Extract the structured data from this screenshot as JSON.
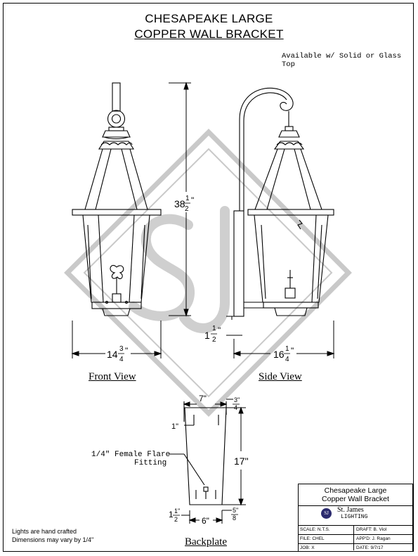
{
  "title": {
    "line1": "CHESAPEAKE LARGE",
    "line2": "COPPER WALL BRACKET"
  },
  "note_top": {
    "line1": "Available w/ Solid or Glass",
    "line2": "Top"
  },
  "views": {
    "front": "Front View",
    "side": "Side View",
    "back": "Backplate"
  },
  "dimensions": {
    "height_whole": "38",
    "height_num": "1",
    "height_den": "2",
    "height_mark": "\"",
    "front_width_whole": "14",
    "front_width_num": "3",
    "front_width_den": "4",
    "front_width_mark": "\"",
    "side_width_whole": "16",
    "side_width_num": "1",
    "side_width_den": "4",
    "side_width_mark": "\"",
    "side_offset_whole": "1",
    "side_offset_num": "1",
    "side_offset_den": "2",
    "side_offset_mark": "\"",
    "bp_top_width": "7\"",
    "bp_top_offset_num": "3\"",
    "bp_top_offset_den": "4",
    "bp_left_inset": "1\"",
    "bp_height": "17\"",
    "bp_bottom_left_whole": "1",
    "bp_bottom_left_num": "1\"",
    "bp_bottom_left_den": "2",
    "bp_bottom_width": "6\"",
    "bp_bottom_right_num": "5\"",
    "bp_bottom_right_den": "8"
  },
  "fitting_label": {
    "line1": "1/4\" Female Flare",
    "line2": "Fitting"
  },
  "footnote": {
    "line1": "Lights are hand crafted",
    "line2": "Dimensions may vary by 1/4\""
  },
  "title_block": {
    "product_line1": "Chesapeake Large",
    "product_line2": "Copper Wall Bracket",
    "logo_text": "SJ",
    "company_line1": "St. James",
    "company_line2": "LIGHTING",
    "rows": [
      {
        "left": "SCALE: N.T.S.",
        "right": "DRAFT:  B. Viol"
      },
      {
        "left": "FILE:  CHEL",
        "right": "APP'D:  J. Ragan"
      },
      {
        "left": "JOB:   X",
        "right": "DATE:   9/7/17"
      }
    ]
  },
  "colors": {
    "line": "#000000",
    "watermark": "#c9c9c9",
    "logo": "#2b2a6e"
  }
}
